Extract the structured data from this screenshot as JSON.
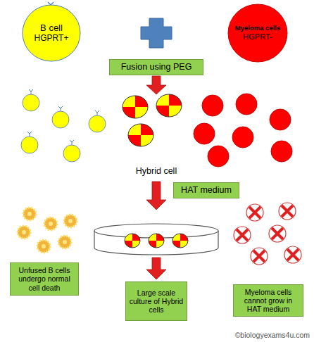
{
  "diagram": {
    "nodes": [
      {
        "text": [
          "B cell",
          "HGPRT+"
        ]
      },
      {
        "text": [
          "Myeloma cells",
          "HGPRT-"
        ]
      },
      {
        "text": [
          "Fusion using PEG"
        ]
      },
      {
        "text": [
          "HAT medium"
        ]
      },
      {
        "text": [
          "Unfused B cells undergo normal cell death"
        ]
      },
      {
        "text": [
          "Large scale culture of Hybrid cells"
        ]
      },
      {
        "text": [
          "Myeloma cells cannot grow in HAT medium"
        ]
      }
    ],
    "labels": [
      "Hybrid cell",
      "©biologyexams4u.com"
    ]
  }
}
